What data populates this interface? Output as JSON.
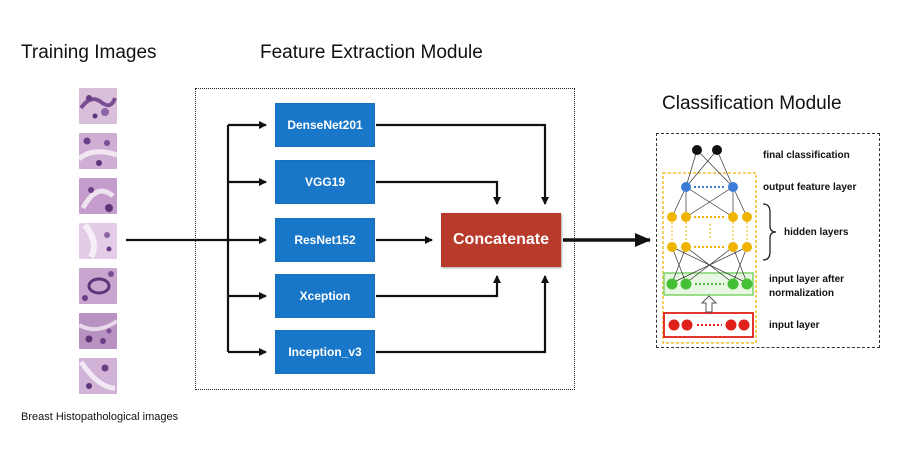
{
  "titles": {
    "training": "Training Images",
    "feature": "Feature Extraction Module",
    "classification": "Classification Module"
  },
  "caption": "Breast Histopathological images",
  "cnns": [
    "DenseNet201",
    "VGG19",
    "ResNet152",
    "Xception",
    "Inception_v3"
  ],
  "concat_label": "Concatenate",
  "classifier": {
    "final": "final classification",
    "output": "output  feature layer",
    "hidden": "hidden layers",
    "input_norm_1": "input layer after",
    "input_norm_2": "normalization",
    "input": "input layer"
  },
  "colors": {
    "cnn_blue": "#1877c9",
    "concat_red": "#b83a2b",
    "node_black": "#111111",
    "node_blue": "#3c7bd6",
    "node_yellow": "#f0b400",
    "node_green": "#45c035",
    "node_red": "#e0201a",
    "tissue_pink": "#c9a6cf",
    "tissue_purple": "#7a4e94"
  }
}
